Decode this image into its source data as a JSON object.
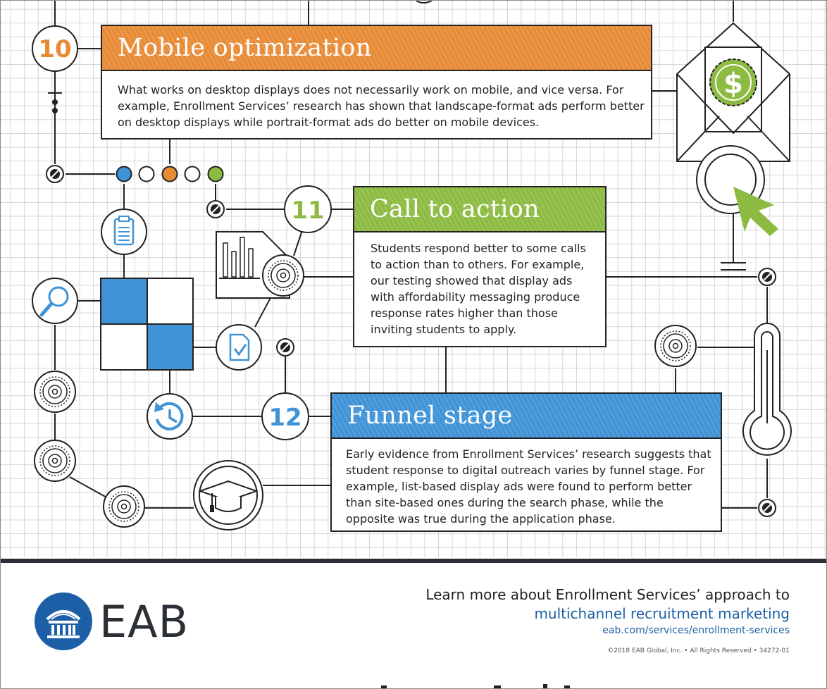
{
  "sections": [
    {
      "number": "10",
      "title": "Mobile optimization",
      "body": "What works on desktop displays does not necessarily work on mobile, and vice versa. For example, Enrollment Services’ research has shown that landscape-format ads perform better on desktop displays while portrait-format ads do better on mobile devices.",
      "color": "#e88b36"
    },
    {
      "number": "11",
      "title": "Call to action",
      "body": "Students respond better to some calls to action than to others. For example, our testing showed that display ads with affordability messaging produce response rates higher than those inviting students to apply.",
      "color": "#8dbb42"
    },
    {
      "number": "12",
      "title": "Funnel stage",
      "body": "Early evidence from Enrollment Services’ research suggests that student response to digital outreach varies by funnel stage. For example, list-based display ads were found to perform better than site-based ones during the search phase, while the opposite was true during the application phase.",
      "color": "#3f93d6"
    }
  ],
  "icons": {
    "dollar_symbol": "$",
    "names": [
      "dollar-envelope-icon",
      "cursor-click-icon",
      "clipboard-icon",
      "magnifier-icon",
      "bar-chart-icon",
      "gear-icon",
      "document-check-icon",
      "clock-history-icon",
      "graduation-cap-icon",
      "thermometer-icon"
    ]
  },
  "footer": {
    "logo_text": "EAB",
    "learn_more": "Learn more about Enrollment Services’ approach to",
    "topic": "multichannel recruitment marketing",
    "url": "eab.com/services/enrollment-services",
    "copyright": "©2018 EAB Global, Inc. • All Rights Reserved • 34272-01"
  },
  "colors": {
    "orange": "#e88b36",
    "green": "#8dbb42",
    "blue": "#3f93d6",
    "brand_blue": "#1d5fa6",
    "line": "#222222"
  }
}
